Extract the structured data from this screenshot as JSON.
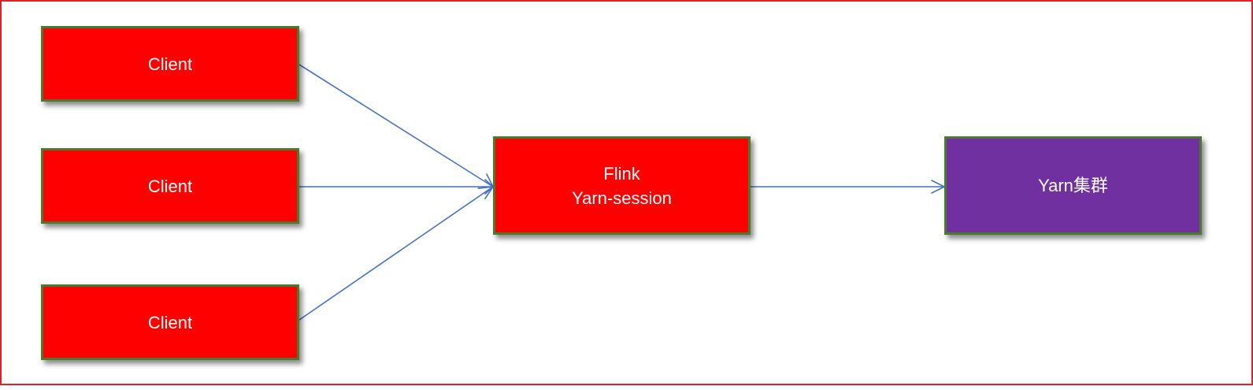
{
  "clients": [
    {
      "label": "Client"
    },
    {
      "label": "Client"
    },
    {
      "label": "Client"
    }
  ],
  "session": {
    "line1": "Flink",
    "line2": "Yarn-session"
  },
  "cluster": {
    "label": "Yarn集群"
  },
  "colors": {
    "client_fill": "#ff0000",
    "session_fill": "#ff0000",
    "cluster_fill": "#7030a0",
    "box_border": "#4a7a2e",
    "arrow": "#4472c4",
    "frame_border": "#e0202a"
  }
}
